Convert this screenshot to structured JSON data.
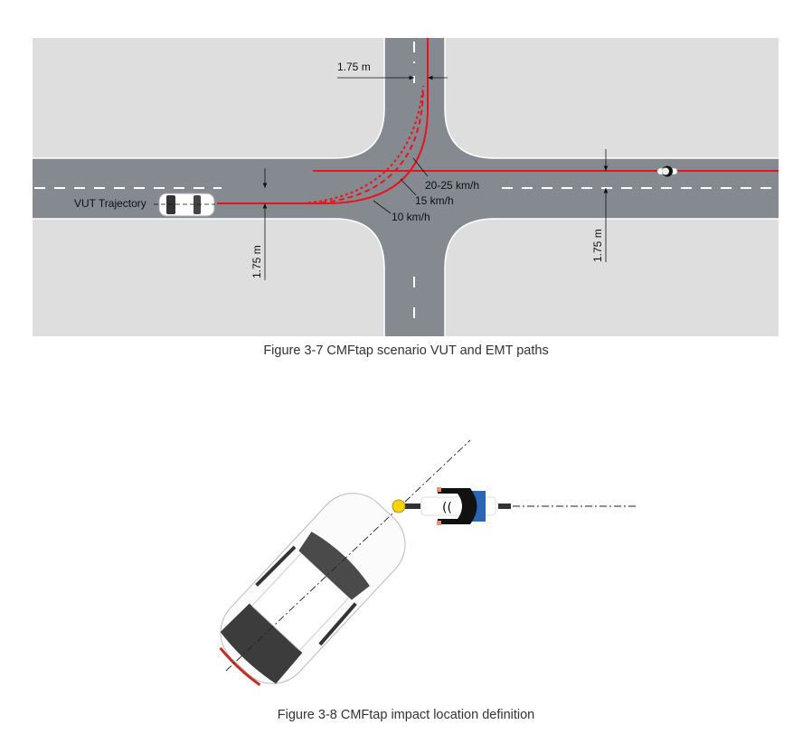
{
  "figure_1": {
    "caption": "Figure 3-7 CMFtap scenario VUT and EMT paths",
    "labels": {
      "lateral_offset_top": "1.75 m",
      "lateral_offset_left": "1.75 m",
      "lateral_offset_right": "1.75 m",
      "vut_trajectory": "VUT Trajectory",
      "speed_high": "20-25 km/h",
      "speed_mid": "15 km/h",
      "speed_low": "10 km/h"
    },
    "colors": {
      "road": "#858a91",
      "ground": "#dedede",
      "path": "#e8141b"
    }
  },
  "figure_2": {
    "caption": "Figure 3-8 CMFtap impact location definition",
    "colors": {
      "impact_point": "#ffd400"
    }
  }
}
